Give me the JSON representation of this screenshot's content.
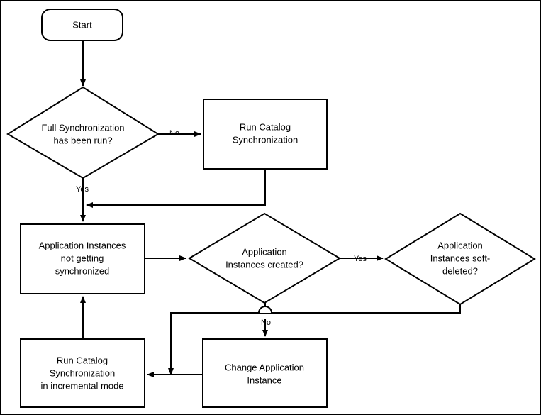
{
  "diagram": {
    "title": "Application Instance Synchronization Troubleshooting Flowchart",
    "type": "flowchart",
    "background_color": "#ffffff",
    "line_color": "#000000",
    "text_color": "#000000",
    "border_color": "#000000"
  },
  "nodes": {
    "start": {
      "shape": "rounded-rectangle",
      "label": "Start",
      "lines": [
        "Start"
      ]
    },
    "decision_full_sync": {
      "shape": "diamond",
      "label": "Full Synchronization has been run?",
      "lines": [
        "Full Synchronization",
        "has been run?"
      ]
    },
    "run_catalog_sync": {
      "shape": "rectangle",
      "label": "Run Catalog Synchronization",
      "lines": [
        "Run Catalog",
        "Synchronization"
      ]
    },
    "app_instances_not_sync": {
      "shape": "rectangle",
      "label": "Application Instances not getting synchronized",
      "lines": [
        "Application Instances",
        "not getting",
        "synchronized"
      ]
    },
    "decision_instances_created": {
      "shape": "diamond",
      "label": "Application Instances created?",
      "lines": [
        "Application",
        "Instances created?"
      ]
    },
    "decision_instances_soft_deleted": {
      "shape": "diamond",
      "label": "Application Instances soft-deleted?",
      "lines": [
        "Application",
        "Instances soft-",
        "deleted?"
      ]
    },
    "run_catalog_sync_incremental": {
      "shape": "rectangle",
      "label": "Run Catalog Synchronization in incremental mode",
      "lines": [
        "Run Catalog",
        "Synchronization",
        "in incremental mode"
      ]
    },
    "change_app_instance": {
      "shape": "rectangle",
      "label": "Change Application Instance",
      "lines": [
        "Change Application",
        "Instance"
      ]
    }
  },
  "edge_labels": {
    "full_sync_no": "No",
    "full_sync_yes": "Yes",
    "instances_created_yes": "Yes",
    "instances_created_no": "No"
  }
}
